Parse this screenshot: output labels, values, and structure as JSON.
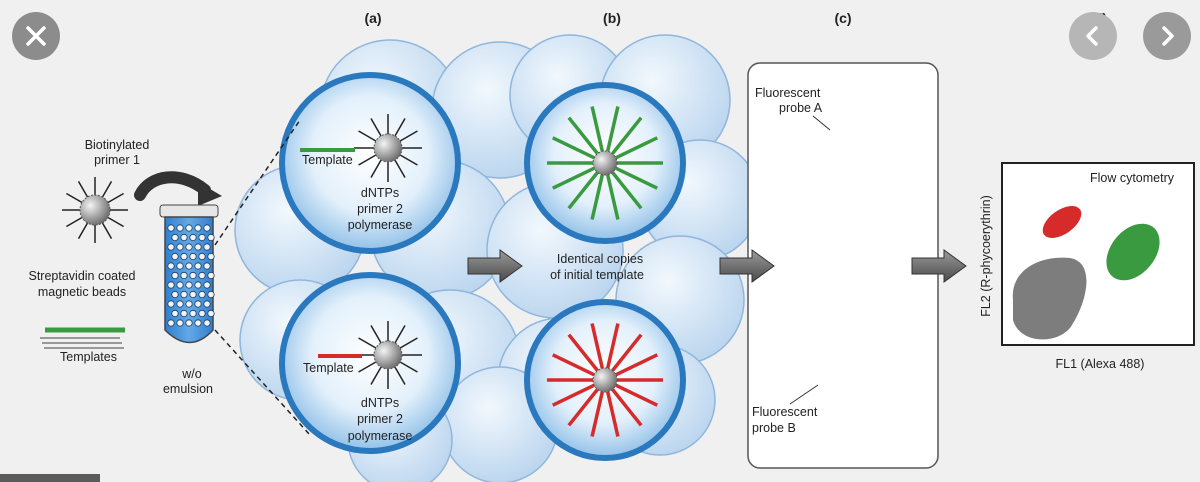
{
  "viewer": {
    "close_icon": "close-icon",
    "prev_icon": "chevron-left-icon",
    "next_icon": "chevron-right-icon"
  },
  "figure": {
    "panels": {
      "a": "(a)",
      "b": "(b)",
      "c": "(c)",
      "d": "(d)"
    },
    "left": {
      "biotinylated": [
        "Biotinylated",
        "primer 1"
      ],
      "streptavidin": [
        "Streptavidin coated",
        "magnetic beads"
      ],
      "templates": "Templates",
      "emulsion": [
        "w/o",
        "emulsion"
      ]
    },
    "droplet_top": {
      "template": "Template",
      "reagents": [
        "dNTPs",
        "primer 2",
        "polymerase"
      ]
    },
    "droplet_bottom": {
      "template": "Template",
      "reagents": [
        "dNTPs",
        "primer 2",
        "polymerase"
      ]
    },
    "identical": [
      "Identical copies",
      "of initial template"
    ],
    "probe_a": [
      "Fluorescent",
      "probe A"
    ],
    "probe_b": [
      "Fluorescent",
      "probe B"
    ],
    "flow": {
      "title": "Flow cytometry",
      "ylabel": "FL2 (R-phycoerythrin)",
      "xlabel": "FL1 (Alexa 488)"
    },
    "colors": {
      "green": "#3a9a3f",
      "red": "#d62b2b",
      "bubble": "#c9dff3",
      "droplet": "#3f8fd0"
    }
  }
}
